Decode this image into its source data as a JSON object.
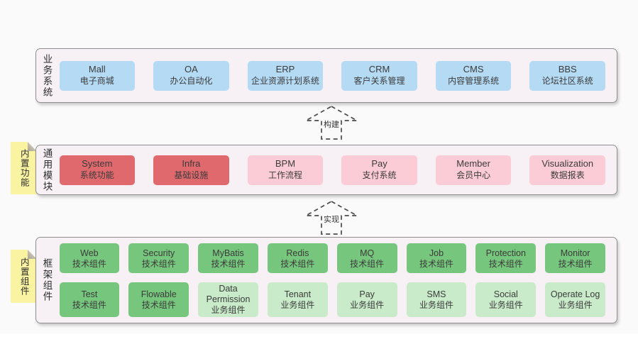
{
  "colors": {
    "blue": "#b5daf4",
    "red": "#e0696d",
    "pink": "#fbccd5",
    "green": "#77c67d",
    "green_light": "#c9ebca",
    "sticky": "#f9f3a2",
    "panel_bg": "#f7f1f5",
    "page_bg": "#fbfafa"
  },
  "arrows": [
    {
      "label": "构建"
    },
    {
      "label": "实现"
    }
  ],
  "sections": [
    {
      "side_label": "业务系统",
      "sticky": null,
      "cols": 6,
      "rows": [
        [
          {
            "en": "Mall",
            "zh": "电子商城",
            "variant": "blue"
          },
          {
            "en": "OA",
            "zh": "办公自动化",
            "variant": "blue"
          },
          {
            "en": "ERP",
            "zh": "企业资源计划系统",
            "variant": "blue"
          },
          {
            "en": "CRM",
            "zh": "客户关系管理",
            "variant": "blue"
          },
          {
            "en": "CMS",
            "zh": "内容管理系统",
            "variant": "blue"
          },
          {
            "en": "BBS",
            "zh": "论坛社区系统",
            "variant": "blue"
          }
        ]
      ]
    },
    {
      "side_label": "通用模块",
      "sticky": "内置功能",
      "cols": 6,
      "rows": [
        [
          {
            "en": "System",
            "zh": "系统功能",
            "variant": "red"
          },
          {
            "en": "Infra",
            "zh": "基础设施",
            "variant": "red"
          },
          {
            "en": "BPM",
            "zh": "工作流程",
            "variant": "pink"
          },
          {
            "en": "Pay",
            "zh": "支付系统",
            "variant": "pink"
          },
          {
            "en": "Member",
            "zh": "会员中心",
            "variant": "pink"
          },
          {
            "en": "Visualization",
            "zh": "数据报表",
            "variant": "pink"
          }
        ]
      ]
    },
    {
      "side_label": "框架组件",
      "sticky": "内置组件",
      "cols": 8,
      "rows": [
        [
          {
            "en": "Web",
            "zh": "技术组件",
            "variant": "green"
          },
          {
            "en": "Security",
            "zh": "技术组件",
            "variant": "green"
          },
          {
            "en": "MyBatis",
            "zh": "技术组件",
            "variant": "green"
          },
          {
            "en": "Redis",
            "zh": "技术组件",
            "variant": "green"
          },
          {
            "en": "MQ",
            "zh": "技术组件",
            "variant": "green"
          },
          {
            "en": "Job",
            "zh": "技术组件",
            "variant": "green"
          },
          {
            "en": "Protection",
            "zh": "技术组件",
            "variant": "green"
          },
          {
            "en": "Monitor",
            "zh": "技术组件",
            "variant": "green"
          }
        ],
        [
          {
            "en": "Test",
            "zh": "技术组件",
            "variant": "green"
          },
          {
            "en": "Flowable",
            "zh": "技术组件",
            "variant": "green"
          },
          {
            "en": "Data Permission",
            "zh": "业务组件",
            "variant": "green_light"
          },
          {
            "en": "Tenant",
            "zh": "业务组件",
            "variant": "green_light"
          },
          {
            "en": "Pay",
            "zh": "业务组件",
            "variant": "green_light"
          },
          {
            "en": "SMS",
            "zh": "业务组件",
            "variant": "green_light"
          },
          {
            "en": "Social",
            "zh": "业务组件",
            "variant": "green_light"
          },
          {
            "en": "Operate Log",
            "zh": "业务组件",
            "variant": "green_light"
          }
        ]
      ]
    }
  ]
}
